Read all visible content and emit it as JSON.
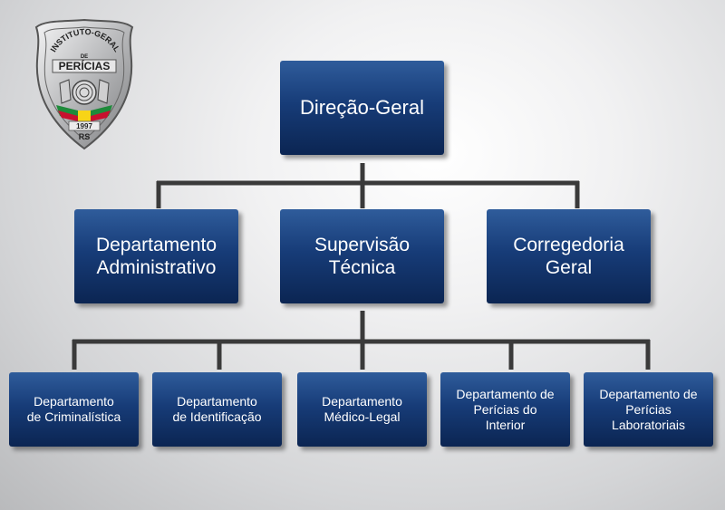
{
  "logo": {
    "arc_text": "INSTITUTO-GERAL",
    "de_text": "DE",
    "title_text": "PERÍCIAS",
    "year_text": "1997",
    "state_text": "RS",
    "shape": "police-badge-shield",
    "colors": {
      "silver": "#c9cacc",
      "red": "#c8102e",
      "yellow": "#f7d417",
      "green": "#1e8a3a"
    }
  },
  "colors": {
    "box_top": "#2f5c9b",
    "box_bottom": "#0b2552",
    "connector": "#3a3a3a",
    "text": "#ffffff"
  },
  "org": {
    "root": {
      "label": "Direção-Geral"
    },
    "level1": [
      {
        "label": "Departamento\nAdministrativo"
      },
      {
        "label": "Supervisão\nTécnica"
      },
      {
        "label": "Corregedoria\nGeral"
      }
    ],
    "level2": [
      {
        "label": "Departamento\nde Criminalística"
      },
      {
        "label": "Departamento\nde Identificação"
      },
      {
        "label": "Departamento\nMédico-Legal"
      },
      {
        "label": "Departamento de\nPerícias do\nInterior"
      },
      {
        "label": "Departamento de\nPerícias\nLaboratoriais"
      }
    ]
  }
}
